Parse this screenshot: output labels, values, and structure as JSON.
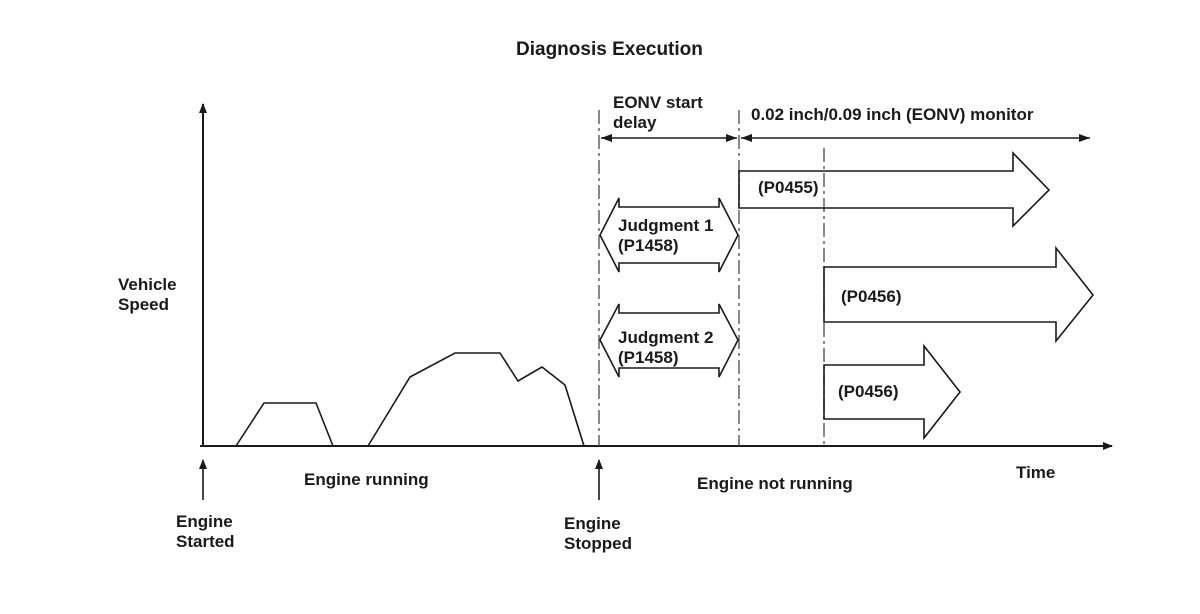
{
  "diagram": {
    "title": "Diagnosis Execution",
    "y_axis_label": [
      "Vehicle",
      "Speed"
    ],
    "x_axis_label": "Time",
    "phases": {
      "engine_running": "Engine running",
      "engine_not_running": "Engine not running"
    },
    "events": {
      "engine_started": [
        "Engine",
        "Started"
      ],
      "engine_stopped": [
        "Engine",
        "Stopped"
      ]
    },
    "intervals": {
      "eonv_start_delay": [
        "EONV start",
        "delay"
      ],
      "eonv_monitor": "0.02 inch/0.09 inch (EONV) monitor"
    },
    "judgments": [
      {
        "line1": "Judgment 1",
        "line2": "(P1458)"
      },
      {
        "line1": "Judgment 2",
        "line2": "(P1458)"
      }
    ],
    "monitor_arrows": [
      {
        "code": "(P0455)"
      },
      {
        "code": "(P0456)"
      },
      {
        "code": "(P0456)"
      }
    ]
  }
}
